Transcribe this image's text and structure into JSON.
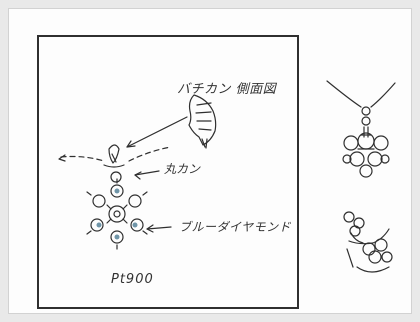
{
  "labels": {
    "bail_side_view": "バチカン 側面図",
    "kan": "丸カン",
    "blue_diamond": "ブルーダイヤモンド",
    "metal": "Pt900"
  },
  "colors": {
    "ink": "#2f2f2f",
    "blue_stone": "#6f95a8",
    "paper": "#fdfdfd",
    "background": "#e9e9e9"
  }
}
